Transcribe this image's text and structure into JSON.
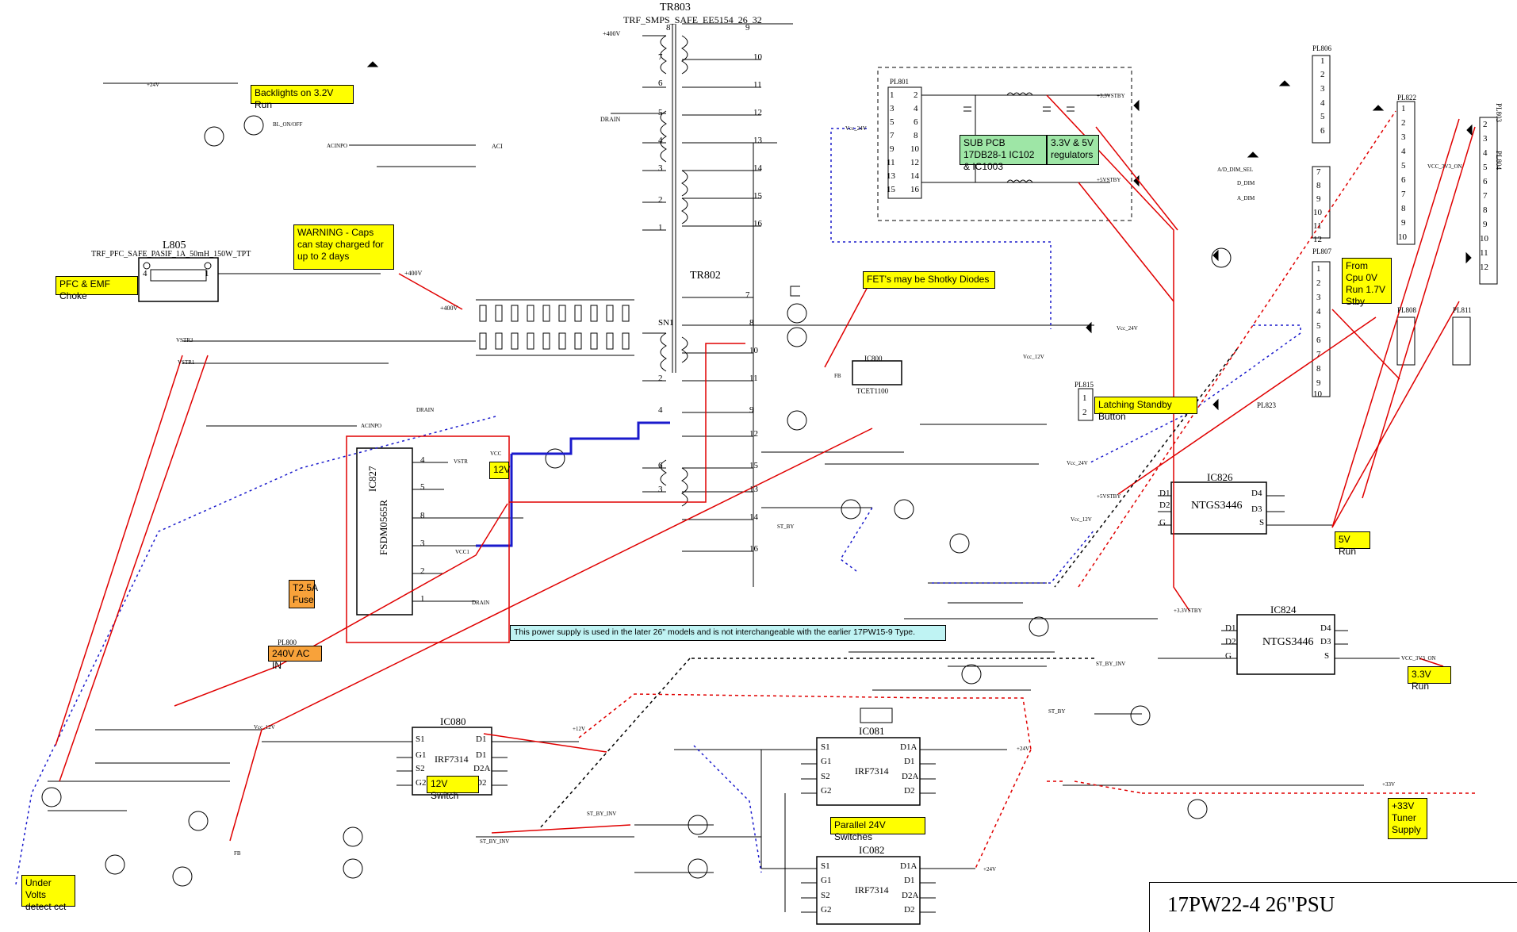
{
  "transformers": {
    "tr803_name": "TR803",
    "tr803_desc": "TRF_SMPS_SAFE_EE5154_26_32",
    "tr802_name": "TR802",
    "l805_name": "L805",
    "l805_desc": "TRF_PFC_SAFE_PASIF_1A_50mH_150W_TPT"
  },
  "ics": {
    "ic827": "IC827",
    "ic827_part": "FSDM0565R",
    "ic826": "IC826",
    "ic826_part": "NTGS3446",
    "ic824": "IC824",
    "ic824_part": "NTGS3446",
    "ic080": "IC080",
    "ic080_part": "IRF7314",
    "ic081": "IC081",
    "ic081_part": "IRF7314",
    "ic082": "IC082",
    "ic082_part": "IRF7314",
    "ic800": "IC800",
    "ic800_part": "TCET1100"
  },
  "connectors": {
    "pl801": "PL801",
    "pl806": "PL806",
    "pl822": "PL822",
    "pl803": "PL803",
    "pl804": "PL804",
    "pl807": "PL807",
    "pl808": "PL808",
    "pl811": "PL811",
    "pl815": "PL815",
    "pl823": "PL823",
    "pl800": "PL800"
  },
  "nets": {
    "plus400v": "+400V",
    "drain": "DRAIN",
    "acinpo": "ACINPO",
    "aci": "ACI",
    "vstr3": "VSTR3",
    "vstr1": "VSTR1",
    "vstr": "VSTR",
    "vcc": "VCC",
    "vcc1": "VCC1",
    "vcc_24v": "Vcc_24V",
    "vcc_12v": "Vcc_12V",
    "plus3v3stby": "+3.3VSTBY",
    "plus5vstby": "+5VSTBY",
    "plus12v": "+12V",
    "plus24v": "+24V",
    "plus33v": "+33V",
    "vcc_3v3_on": "VCC_3V3_ON",
    "st_by": "ST_BY",
    "st_by_inv": "ST_BY_INV",
    "plus24v_in": "+24V",
    "fb": "FB",
    "bl_on_off": "BL_ON/OFF",
    "ad_dim_sel": "A/D_DIM_SEL",
    "d_dim": "D_DIM",
    "a_dim": "A_DIM",
    "vcc_3v3_on_short": "VCC_3V3_ON"
  },
  "notes": {
    "backlights": "Backlights on 3.2V Run",
    "warning": "WARNING - Caps can stay charged for up to 2 days",
    "pfc": "PFC & EMF Choke",
    "sub_pcb": "SUB PCB 17DB28-1 IC102 & IC1003",
    "reg": "3.3V & 5V regulators",
    "fets": "FET's may be Shotky Diodes",
    "from_cpu": "From Cpu 0V Run 1.7V Stby",
    "latching": "Latching Standby Button",
    "v12": "12V",
    "fuse": "T2.5A Fuse",
    "ac_in": "240V AC IN",
    "info": "This power supply is used in the later 26\" models and is not interchangeable with the earlier 17PW15-9 Type.",
    "run5v": "5V Run",
    "run33v": "3.3V Run",
    "sw12v": "12V Switch",
    "parallel24v": "Parallel 24V Switches",
    "tuner": "+33V Tuner Supply",
    "under_volts": "Under Volts detect cct"
  },
  "title": "17PW22-4 26\"PSU",
  "colors": {
    "wire": "#000000",
    "red_trace": "#e00000",
    "blue_trace": "#1a1acc",
    "note_yellow": "#ffff00",
    "note_orange": "#f8a23a",
    "note_green": "#9ee6a6",
    "note_cyan": "#bff3f3"
  }
}
